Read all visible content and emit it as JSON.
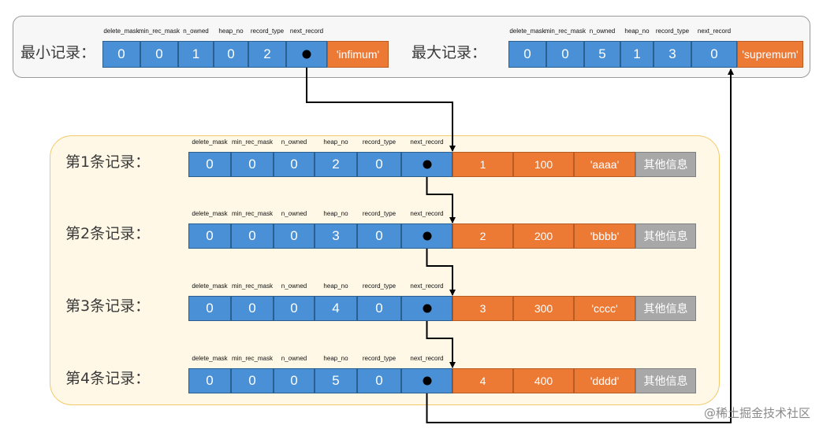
{
  "header_fields": [
    "delete_mask",
    "min_rec_mask",
    "n_owned",
    "heap_no",
    "record_type",
    "next_record"
  ],
  "infimum": {
    "label": "最小记录：",
    "fields": [
      "0",
      "0",
      "1",
      "0",
      "2",
      ""
    ],
    "data": "'infimum'"
  },
  "supremum": {
    "label": "最大记录：",
    "fields": [
      "0",
      "0",
      "5",
      "1",
      "3",
      "0"
    ],
    "data": "'supremum'"
  },
  "records": [
    {
      "label": "第1条记录：",
      "fields": [
        "0",
        "0",
        "0",
        "2",
        "0",
        ""
      ],
      "data": [
        "1",
        "100",
        "'aaaa'"
      ],
      "other": "其他信息"
    },
    {
      "label": "第2条记录：",
      "fields": [
        "0",
        "0",
        "0",
        "3",
        "0",
        ""
      ],
      "data": [
        "2",
        "200",
        "'bbbb'"
      ],
      "other": "其他信息"
    },
    {
      "label": "第3条记录：",
      "fields": [
        "0",
        "0",
        "0",
        "4",
        "0",
        ""
      ],
      "data": [
        "3",
        "300",
        "'cccc'"
      ],
      "other": "其他信息"
    },
    {
      "label": "第4条记录：",
      "fields": [
        "0",
        "0",
        "0",
        "5",
        "0",
        ""
      ],
      "data": [
        "4",
        "400",
        "'dddd'"
      ],
      "other": "其他信息"
    }
  ],
  "colors": {
    "header_cell": "#4a90d6",
    "data_cell": "#ec7a35",
    "other_cell": "#a8a8a8",
    "arrow": "#000000"
  },
  "watermark": "@稀土掘金技术社区"
}
